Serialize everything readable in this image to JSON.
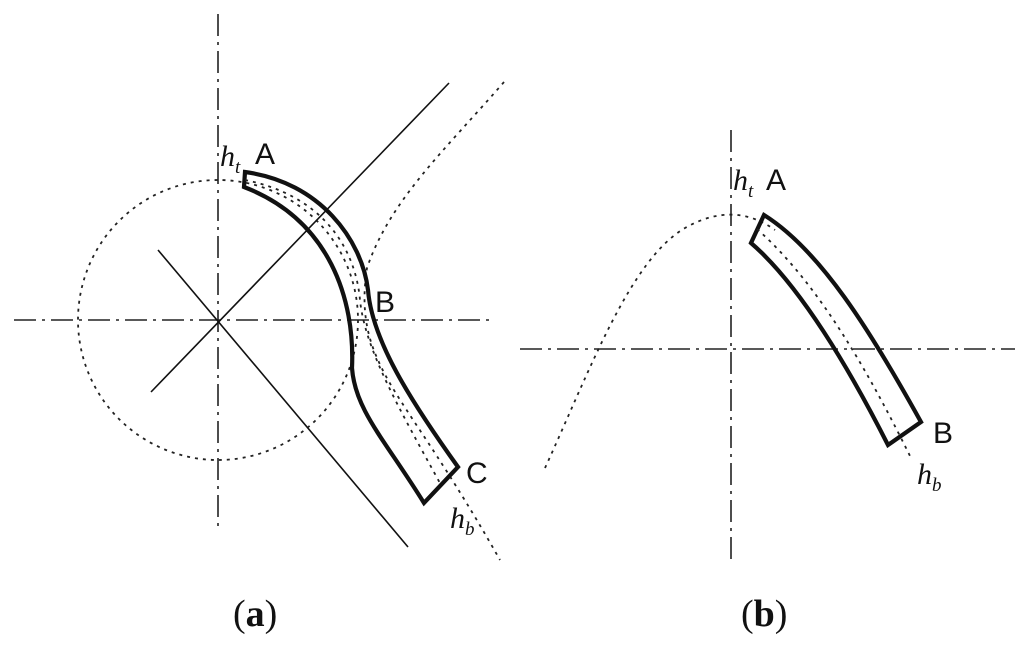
{
  "panel_a": {
    "point_a": "A",
    "point_b": "B",
    "point_c": "C",
    "thickness_top": "h",
    "thickness_top_sub": "t",
    "thickness_bottom": "h",
    "thickness_bottom_sub": "b",
    "caption_open": "(",
    "caption_letter": "a",
    "caption_close": ")"
  },
  "panel_b": {
    "point_a": "A",
    "point_b": "B",
    "thickness_top": "h",
    "thickness_top_sub": "t",
    "thickness_bottom": "h",
    "thickness_bottom_sub": "b",
    "caption_open": "(",
    "caption_letter": "b",
    "caption_close": ")"
  }
}
